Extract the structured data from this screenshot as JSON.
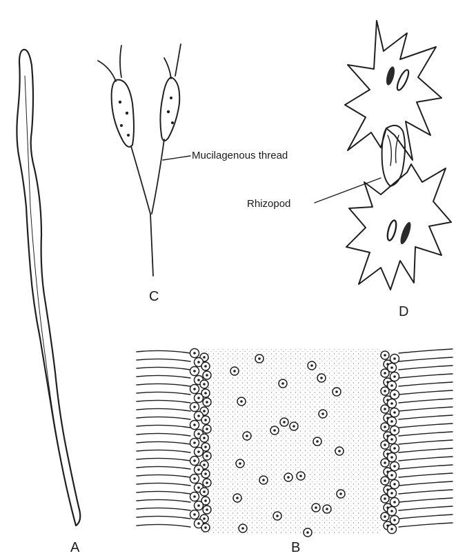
{
  "figure": {
    "labels": {
      "a": "A",
      "b": "B",
      "c": "C",
      "d": "D",
      "mucilagenous_thread": "Mucilagenous thread",
      "rhizopod": "Rhizopod"
    }
  }
}
